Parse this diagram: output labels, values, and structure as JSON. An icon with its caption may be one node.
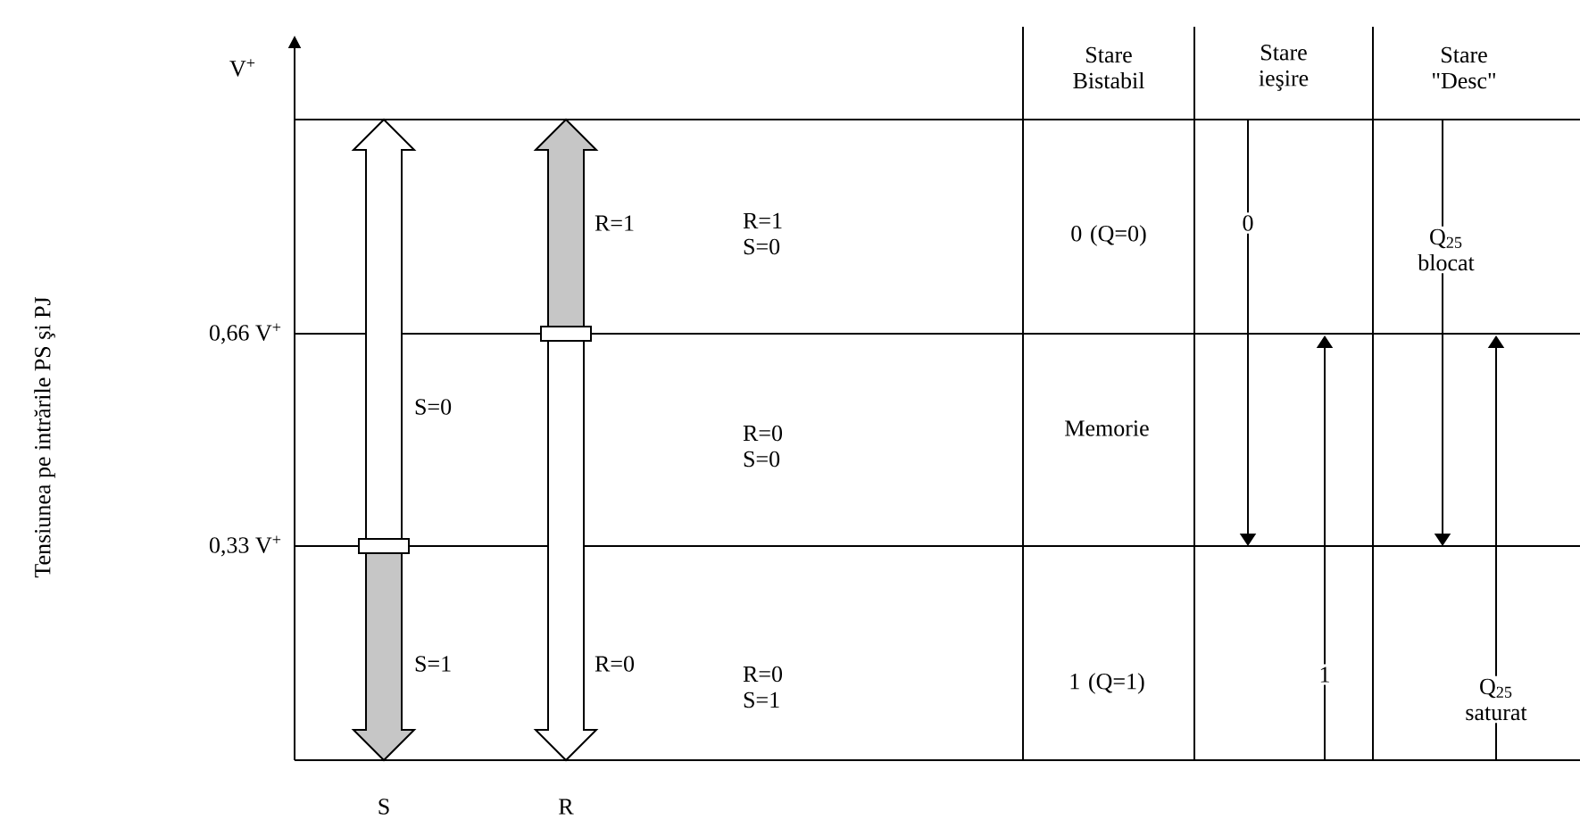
{
  "diagram": {
    "labels": [
      "Tensiunea pe intrările PS şi PJ",
      "V$^{+}$",
      "Stare Bistabil",
      "Stare ieşire",
      "Stare \"Desc\"",
      "R=1",
      "R=1 S=0",
      "0 (Q=0)",
      "0",
      "Q$_{25}$ blocat",
      "0,66 V$^{+}$",
      "S=0",
      "R=0 S=0",
      "Memorie",
      "0,33 V$^{+}$",
      "S=1",
      "R=0",
      "R=0 S=1",
      "1 (Q=1)",
      "1",
      "Q$_{25}$ saturat",
      "S",
      "R"
    ]
  }
}
